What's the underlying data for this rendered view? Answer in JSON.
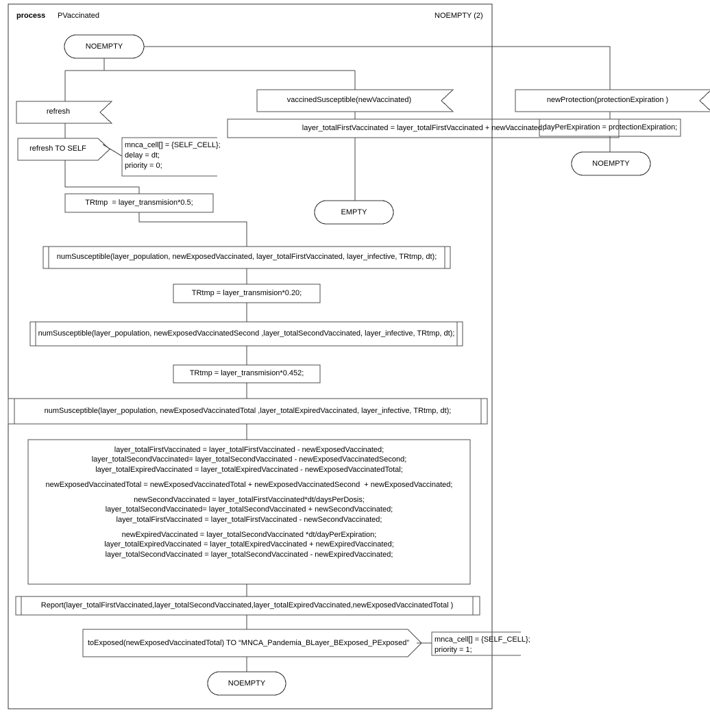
{
  "header": {
    "keyword": "process",
    "process_name": "PVaccinated",
    "page_label": "NOEMPTY (2)"
  },
  "nodes": {
    "start_state": "NOEMPTY",
    "input_refresh": "refresh",
    "output_refresh_to_self": "refresh TO SELF",
    "comment_refresh": "mnca_cell[] = {SELF_CELL};\ndelay = dt;\npriority = 0;",
    "task_trtmp_05": "TRtmp  = layer_transmision*0.5;",
    "input_vaccined_susceptible": "vaccinedSusceptible(newVaccinated)",
    "task_total_first": "layer_totalFirstVaccinated = layer_totalFirstVaccinated + newVaccinated;",
    "state_empty": "EMPTY",
    "input_new_protection": "newProtection(protectionExpiration )",
    "task_day_per_expiration": "dayPerExpiration = protectionExpiration;",
    "state_noempty_right": "NOEMPTY",
    "call_num_susceptible_1": "numSusceptible(layer_population, newExposedVaccinated, layer_totalFirstVaccinated, layer_infective, TRtmp, dt);",
    "task_trtmp_020": "TRtmp = layer_transmision*0.20;",
    "call_num_susceptible_2": "numSusceptible(layer_population, newExposedVaccinatedSecond ,layer_totalSecondVaccinated, layer_infective, TRtmp, dt);",
    "task_trtmp_0452": "TRtmp = layer_transmision*0.452;",
    "call_num_susceptible_3": "numSusceptible(layer_population, newExposedVaccinatedTotal ,layer_totalExpiredVaccinated, layer_infective, TRtmp, dt);",
    "big_task_lines": [
      "layer_totalFirstVaccinated = layer_totalFirstVaccinated - newExposedVaccinated;",
      "layer_totalSecondVaccinated= layer_totalSecondVaccinated - newExposedVaccinatedSecond;",
      "layer_totalExpiredVaccinated = layer_totalExpiredVaccinated - newExposedVaccinatedTotal;",
      "",
      "newExposedVaccinatedTotal = newExposedVaccinatedTotal + newExposedVaccinatedSecond  + newExposedVaccinated;",
      "",
      "newSecondVaccinated = layer_totalFirstVaccinated*dt/daysPerDosis;",
      "layer_totalSecondVaccinated= layer_totalSecondVaccinated + newSecondVaccinated;",
      "layer_totalFirstVaccinated = layer_totalFirstVaccinated - newSecondVaccinated;",
      "",
      "newExpiredVaccinated = layer_totalSecondVaccinated *dt/dayPerExpiration;",
      "layer_totalExpiredVaccinated = layer_totalExpiredVaccinated + newExpiredVaccinated;",
      "layer_totalSecondVaccinated = layer_totalSecondVaccinated - newExpiredVaccinated;"
    ],
    "call_report": "Report(layer_totalFirstVaccinated,layer_totalSecondVaccinated,layer_totalExpiredVaccinated,newExposedVaccinatedTotal )",
    "output_to_exposed": "toExposed(newExposedVaccinatedTotal) TO “MNCA_Pandemia_BLayer_BExposed_PExposed”",
    "comment_to_exposed": "mnca_cell[] = {SELF_CELL};\npriority = 1;",
    "end_state": "NOEMPTY"
  },
  "colors": {
    "stroke": "#000000",
    "stroke_soft": "#6b6b6b",
    "background": "#ffffff"
  }
}
